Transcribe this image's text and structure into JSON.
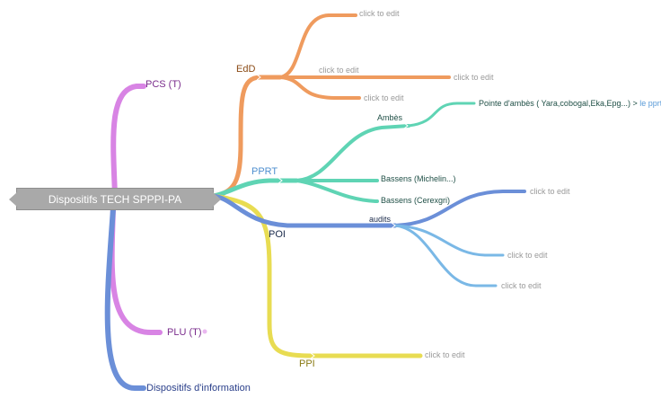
{
  "root": {
    "label": "Dispositifs TECH SPPPI-PA"
  },
  "branches": {
    "pcs": {
      "label": "PCS (T)",
      "color": "#d884e4"
    },
    "plu": {
      "label": "PLU (T)",
      "color": "#d884e4"
    },
    "info": {
      "label": "Dispositifs d'information",
      "color": "#6b8fd8"
    },
    "edd": {
      "label": "EdD",
      "color": "#ef9b5e"
    },
    "pprt": {
      "label": "PPRT",
      "color": "#5fd4b4"
    },
    "poi": {
      "label": "POI",
      "color": "#6b8fd8"
    },
    "ppi": {
      "label": "PPI",
      "color": "#e8dc52"
    }
  },
  "subnodes": {
    "edd_1": "click to edit",
    "edd_2": "click to edit",
    "edd_2_child": "click to edit",
    "edd_3": "click to edit",
    "ambes": "Ambès",
    "ambes_leaf": "Pointe d'ambès ( Yara,cobogal,Eka,Epg...) >",
    "ambes_leaf_link": "le pprt",
    "bassens_michelin": "Bassens (Michelin...)",
    "bassens_cerexgri": "Bassens (Cerexgri)",
    "audits": "audits",
    "poi_top": "click to edit",
    "poi_mid": "click to edit",
    "poi_low": "click to edit",
    "ppi_child": "click to edit"
  },
  "colors": {
    "hint": "#9a9a9a",
    "root_fill": "#a9a9a9",
    "poi_light": "#7ab8e6",
    "leaf_text": "#2a6b5a",
    "link": "#5a9bd8"
  }
}
